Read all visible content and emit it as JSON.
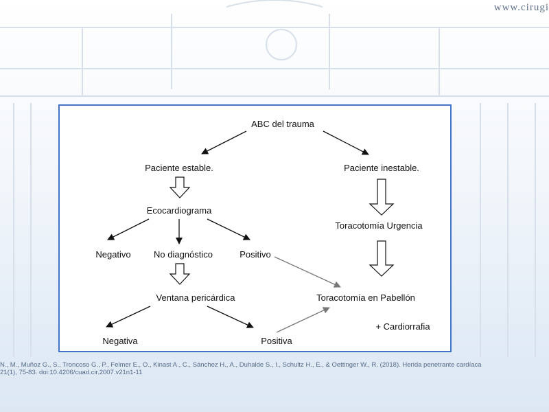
{
  "header": {
    "site_url": "www.cirugi"
  },
  "diagram": {
    "nodes": {
      "abc": "ABC del trauma",
      "estable": "Paciente estable.",
      "inestable": "Paciente inestable.",
      "ecocardiograma": "Ecocardiograma",
      "toracotomia_urgencia": "Toracotomía Urgencia",
      "negativo": "Negativo",
      "no_diagnostico": "No diagnóstico",
      "positivo": "Positivo",
      "ventana": "Ventana pericárdica",
      "toracotomia_pabellon": "Toracotomía en Pabellón",
      "negativa": "Negativa",
      "positiva": "Positiva",
      "cardiorrafia": "+ Cardiorrafia"
    }
  },
  "citation": {
    "line1": "N., M., Muñoz G., S., Troncoso G., P., Felmer E., O., Kinast A., C., Sánchez H., A., Duhalde S., I., Schultz H., E., & Oettinger W., R. (2018).  Herida penetrante cardíaca",
    "line2": "21(1), 75-83.  doi:10.4206/cuad.cir.2007.v21n1-11"
  },
  "colors": {
    "frame_border": "#4472c4",
    "watermark_text": "#5f6e86",
    "citation_text": "#556b8a"
  }
}
